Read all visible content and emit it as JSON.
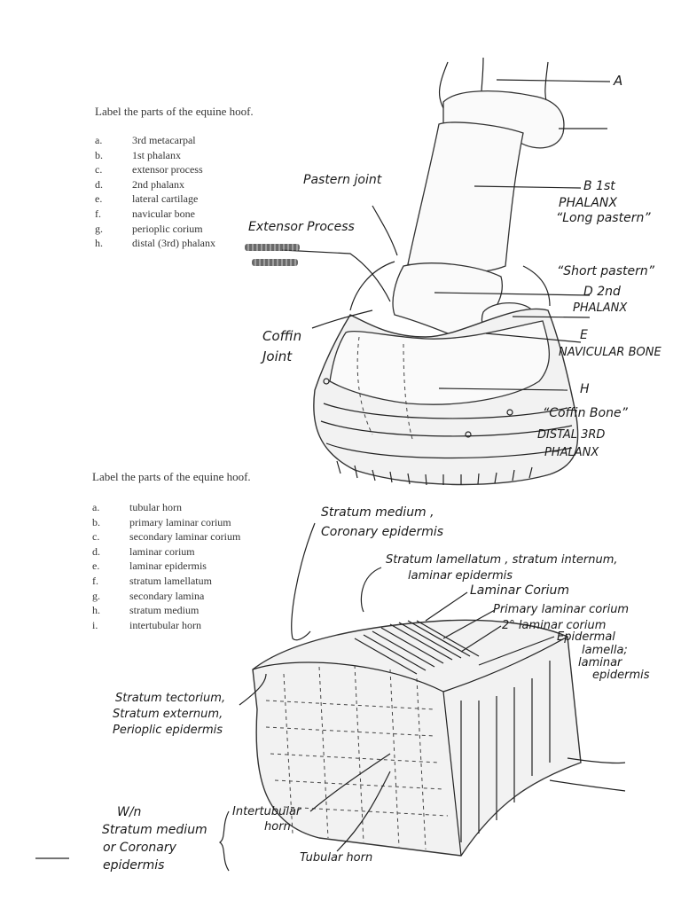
{
  "section1": {
    "heading": "Label the parts of the equine hoof.",
    "items": [
      {
        "letter": "a.",
        "text": "3rd metacarpal"
      },
      {
        "letter": "b.",
        "text": "1st phalanx"
      },
      {
        "letter": "c.",
        "text": "extensor process"
      },
      {
        "letter": "d.",
        "text": "2nd phalanx"
      },
      {
        "letter": "e.",
        "text": "lateral cartilage"
      },
      {
        "letter": "f.",
        "text": "navicular bone"
      },
      {
        "letter": "g.",
        "text": "perioplic corium"
      },
      {
        "letter": "h.",
        "text": "distal (3rd) phalanx"
      }
    ],
    "annotations": {
      "a": "A",
      "b1": "B 1st",
      "b2": "PHALANX",
      "b3": "“Long pastern”",
      "pastern_joint": "Pastern joint",
      "extensor_process": "Extensor Process",
      "short_pastern": "“Short pastern”",
      "d1": "D 2nd",
      "d2": "PHALANX",
      "coffin_joint1": "Coffin",
      "coffin_joint2": "Joint",
      "e": "E",
      "navicular": "NAVICULAR BONE",
      "h": "H",
      "coffin_bone": "“Coffin Bone”",
      "distal1": "DISTAL 3RD",
      "distal2": "PHALANX"
    }
  },
  "section2": {
    "heading": "Label the parts of the equine hoof.",
    "items": [
      {
        "letter": "a.",
        "text": "tubular horn"
      },
      {
        "letter": "b.",
        "text": "primary laminar corium"
      },
      {
        "letter": "c.",
        "text": "secondary laminar corium"
      },
      {
        "letter": "d.",
        "text": "laminar corium"
      },
      {
        "letter": "e.",
        "text": "laminar epidermis"
      },
      {
        "letter": "f.",
        "text": "stratum lamellatum"
      },
      {
        "letter": "g.",
        "text": "secondary lamina"
      },
      {
        "letter": "h.",
        "text": "stratum medium"
      },
      {
        "letter": "i.",
        "text": "intertubular horn"
      }
    ],
    "annotations": {
      "stratum_medium1": "Stratum medium ,",
      "stratum_medium2": "Coronary epidermis",
      "lamellatum1": "Stratum lamellatum , stratum internum,",
      "lamellatum2": "laminar epidermis",
      "laminar_corium": "Laminar Corium",
      "primary_laminar": "Primary laminar corium",
      "second_laminar1": "2° laminar corium",
      "epidermal1": "Epidermal",
      "epidermal2": "lamella;",
      "epidermal3": "laminar",
      "epidermal4": "epidermis",
      "tectorium1": "Stratum tectorium,",
      "tectorium2": "Stratum externum,",
      "tectorium3": "Perioplic epidermis",
      "wn1": "W/n",
      "wn2": "Stratum medium",
      "wn3": "or Coronary",
      "wn4": "epidermis",
      "intertubular1": "Intertubular",
      "intertubular2": "horn",
      "tubular": "Tubular horn"
    }
  }
}
